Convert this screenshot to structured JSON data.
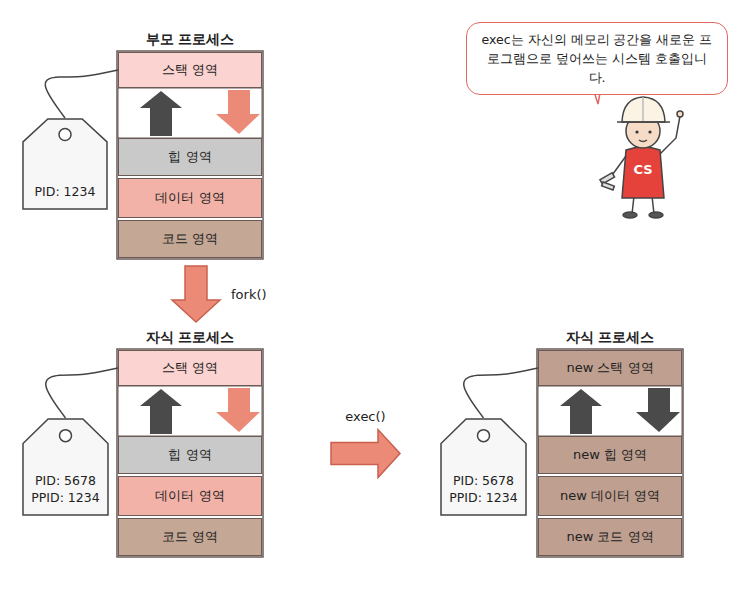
{
  "diagram": {
    "nodes": [
      {
        "text": [
          "부모 프로세스"
        ]
      },
      {
        "text": [
          "스택 영역"
        ],
        "in": 0
      },
      {
        "text": [
          "힙 영역"
        ],
        "in": 0
      },
      {
        "text": [
          "데이터 영역"
        ],
        "in": 0
      },
      {
        "text": [
          "코드 영역"
        ],
        "in": 0
      },
      {
        "text": [
          "PID: 1234"
        ]
      },
      {
        "text": [
          "자식 프로세스"
        ]
      },
      {
        "text": [
          "스택 영역"
        ],
        "in": 6
      },
      {
        "text": [
          "힙 영역"
        ],
        "in": 6
      },
      {
        "text": [
          "데이터 영역"
        ],
        "in": 6
      },
      {
        "text": [
          "코드 영역"
        ],
        "in": 6
      },
      {
        "text": [
          "PID: 5678",
          "PPID: 1234"
        ]
      },
      {
        "text": [
          "자식 프로세스"
        ]
      },
      {
        "text": [
          "new 스택 영역"
        ],
        "in": 12
      },
      {
        "text": [
          "new 힙 영역"
        ],
        "in": 12
      },
      {
        "text": [
          "new 데이터 영역"
        ],
        "in": 12
      },
      {
        "text": [
          "new 코드 영역"
        ],
        "in": 12
      },
      {
        "text": [
          "PID: 5678",
          "PPID: 1234"
        ]
      },
      {
        "text": [
          "exec는 자신의 메모리 공간을 새로운 프로그램으로 덮어쓰는 시스템 호출입니다."
        ]
      }
    ],
    "edges": [
      {
        "from": 0,
        "to": 6,
        "label": "fork()",
        "arrow": "to"
      },
      {
        "from": 6,
        "to": 12,
        "label": "exec()",
        "arrow": "to"
      },
      {
        "from": 5,
        "to": 0,
        "arrow": "none"
      },
      {
        "from": 11,
        "to": 6,
        "arrow": "none"
      },
      {
        "from": 17,
        "to": 12,
        "arrow": "none"
      }
    ],
    "labels": [
      "CS"
    ]
  }
}
